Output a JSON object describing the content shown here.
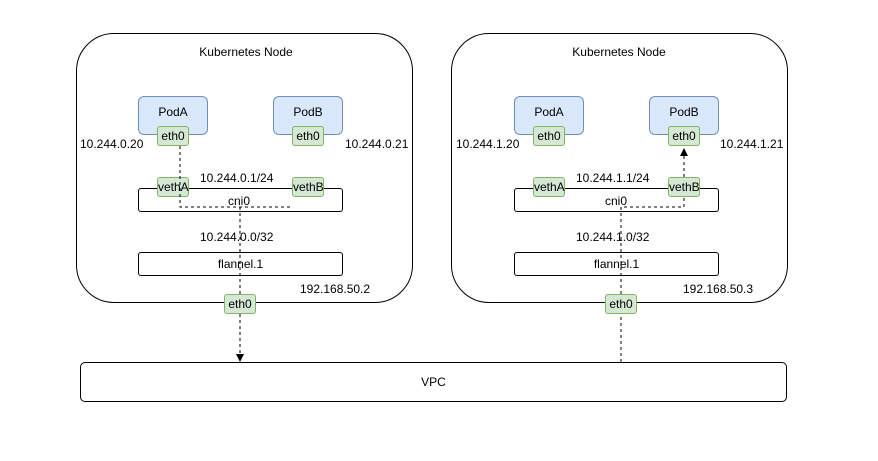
{
  "nodes": [
    {
      "title": "Kubernetes Node",
      "pod_a": "PodA",
      "pod_b": "PodB",
      "eth0_a": "eth0",
      "eth0_b": "eth0",
      "ip_a": "10.244.0.20",
      "ip_b": "10.244.0.21",
      "veth_a": "vethA",
      "veth_b": "vethB",
      "bridge_ip": "10.244.0.1/24",
      "bridge": "cni0",
      "flannel_ip": "10.244.0.0/32",
      "flannel": "flannel.1",
      "node_ip": "192.168.50.2",
      "node_eth0": "eth0"
    },
    {
      "title": "Kubernetes Node",
      "pod_a": "PodA",
      "pod_b": "PodB",
      "eth0_a": "eth0",
      "eth0_b": "eth0",
      "ip_a": "10.244.1.20",
      "ip_b": "10.244.1.21",
      "veth_a": "vethA",
      "veth_b": "vethB",
      "bridge_ip": "10.244.1.1/24",
      "bridge": "cni0",
      "flannel_ip": "10.244.1.0/32",
      "flannel": "flannel.1",
      "node_ip": "192.168.50.3",
      "node_eth0": "eth0"
    }
  ],
  "vpc": "VPC",
  "colors": {
    "pod_fill": "#dae8fc",
    "pod_border": "#6c8ebf",
    "iface_fill": "#d5e8d4",
    "iface_border": "#82b366"
  }
}
